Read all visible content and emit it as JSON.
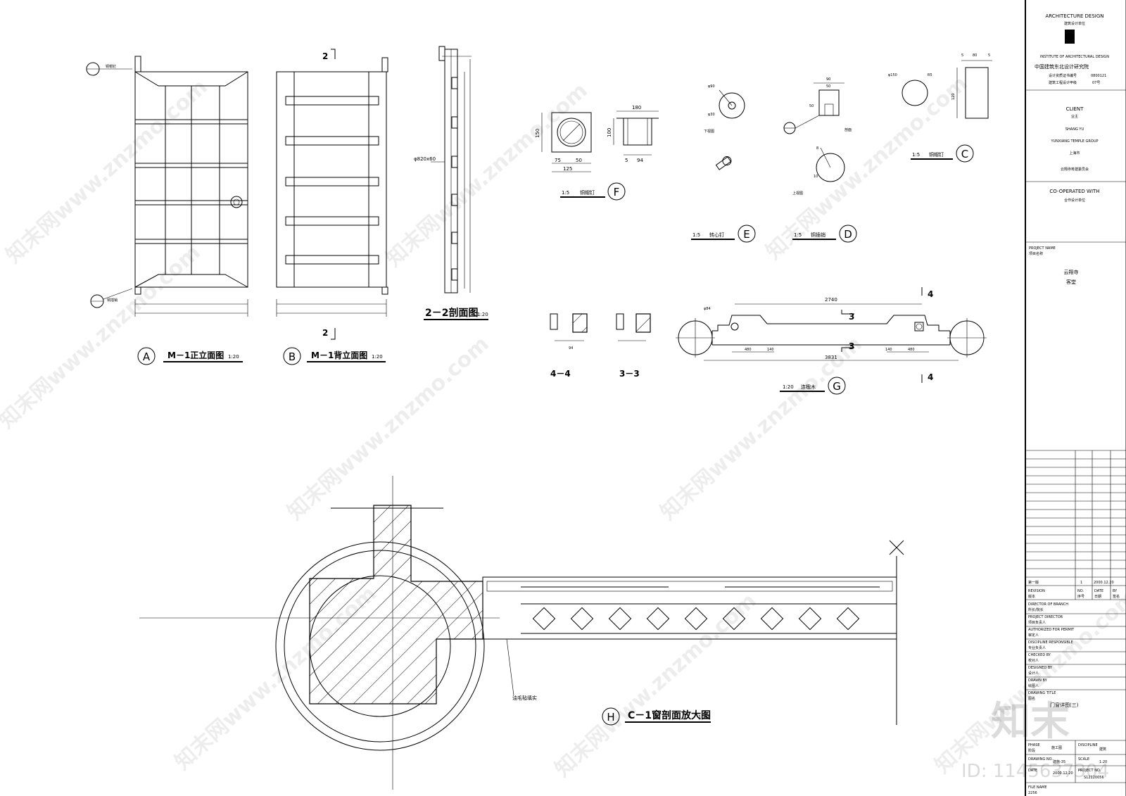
{
  "views": {
    "A": {
      "letter": "A",
      "title": "M－1正立面图",
      "scale": "1:20"
    },
    "B": {
      "letter": "B",
      "title": "M－1背立面图",
      "scale": "1:20"
    },
    "section22": {
      "title": "2－2剖面图",
      "scale": "1:20",
      "rebar": "φ820x60"
    },
    "F": {
      "letter": "F",
      "scale": "1:5",
      "title": "铜帽钉"
    },
    "E": {
      "letter": "E",
      "scale": "1:5",
      "title": "转心钉"
    },
    "D": {
      "letter": "D",
      "scale": "1:5",
      "title": "铜插销"
    },
    "C": {
      "letter": "C",
      "scale": "1:5",
      "title": "铜帽钉"
    },
    "G": {
      "letter": "G",
      "scale": "1:20",
      "title": "连楹木"
    },
    "H": {
      "letter": "H",
      "title": "C－1窗剖面放大图",
      "scale": "1:20"
    },
    "sec44": "4－4",
    "sec33": "3－3"
  },
  "dims": {
    "F_top": "180",
    "F_left": "150",
    "F_right": "100",
    "F_b1": "75",
    "F_b2": "50",
    "F_total": "125",
    "F_b3": "5",
    "F_b4": "94",
    "E_phi1": "φ90",
    "E_phi2": "φ30",
    "E_bottom": "下视图",
    "D_top1": "90",
    "D_top2": "50",
    "D_side": "50",
    "D_section": "剖面",
    "D_r1": "8",
    "D_r2": "10",
    "D_top_view": "上视图",
    "C_phi": "φ150",
    "C_r": "R5",
    "C_t1": "5",
    "C_t2": "80",
    "C_t3": "5",
    "C_h": "120",
    "G_total": "2740",
    "G_full": "3831",
    "G_l1": "480",
    "G_l2": "140",
    "G_r1": "140",
    "G_r2": "480",
    "G_hole": "φ84",
    "sec_mark_2": "2",
    "sec_mark_3": "3",
    "sec_mark_4": "4"
  },
  "annotations": {
    "A_top_note": "铜帽钉",
    "A_bottom_note": "铜插销",
    "H_note": "油毛毡填实"
  },
  "titleblock": {
    "architecture_design": "ARCHITECTURE DESIGN",
    "arch_cn": "建筑设计单位",
    "institute_en": "INSTITUTE OF ARCHITECTURAL DESIGN",
    "institute_cn": "中国建筑东北设计研究院",
    "cert_label1": "设计资质证书编号",
    "cert_value1": "0800121",
    "cert_label2": "建筑工程设计甲级",
    "cert_value2": "07号",
    "client_label": "CLIENT",
    "client_cn": "业主",
    "client_en1": "SHANG YU",
    "client_en2": "YUNXIANG TEMPLE GROUP",
    "client_cn2": "上海市",
    "client_cn3": "云翔寺筹建委员会",
    "cooperated_label": "CO-OPERATED WITH",
    "cooperated_cn": "合作设计单位",
    "project_label": "PROJECT NAME",
    "project_cn": "项目名称",
    "project_name1": "云翔寺",
    "project_name2": "客堂",
    "revision_row_label": "第一版",
    "revision_no": "1",
    "revision_date": "2000.12.20",
    "revision_label": "REVISION",
    "revision_cn": "版本",
    "no_label": "NO.",
    "no_cn": "序号",
    "date_label": "DATE",
    "date_cn": "日期",
    "by_label": "BY",
    "by_cn": "签名",
    "director_label": "DIRECTOR OF BRANCH",
    "director_cn": "所长/院长",
    "project_director_label": "PROJECT DIRECTOR",
    "project_director_cn": "项目负责人",
    "authorized_label": "AUTHORIZED FOR PERMIT",
    "authorized_cn": "审定人",
    "discipline_label": "DISCIPLINE RESPONSIBLE",
    "discipline_cn": "专业负责人",
    "checked_label": "CHECKED BY",
    "checked_cn": "校对人",
    "designed_label": "DESIGNED BY",
    "designed_cn": "设计人",
    "drawn_label": "DRAWN BY",
    "drawn_cn": "绘图人",
    "drawing_title_label": "DRAWING TITLE",
    "drawing_title_cn": "图名",
    "drawing_title": "门窗详图(三)",
    "phase_label": "PHASE",
    "phase_cn": "阶段",
    "phase_value": "施工图",
    "discipline_code_label": "DISCIPLINE",
    "discipline_code_value": "建筑",
    "drawing_no_label": "DRAWING NO.",
    "drawing_no_value": "建施-35",
    "scale_label": "SCALE",
    "scale_value": "1:20",
    "date2_label": "DATE",
    "date2_value": "2000.12.20",
    "project_no_label": "PROJECT NO.",
    "project_no_value": "S12120056",
    "file_label": "FILE NAME",
    "file_value": "2256"
  },
  "watermark": {
    "text": "知末网www.znzmo.com",
    "logo": "知末",
    "id": "ID: 1145637304"
  }
}
